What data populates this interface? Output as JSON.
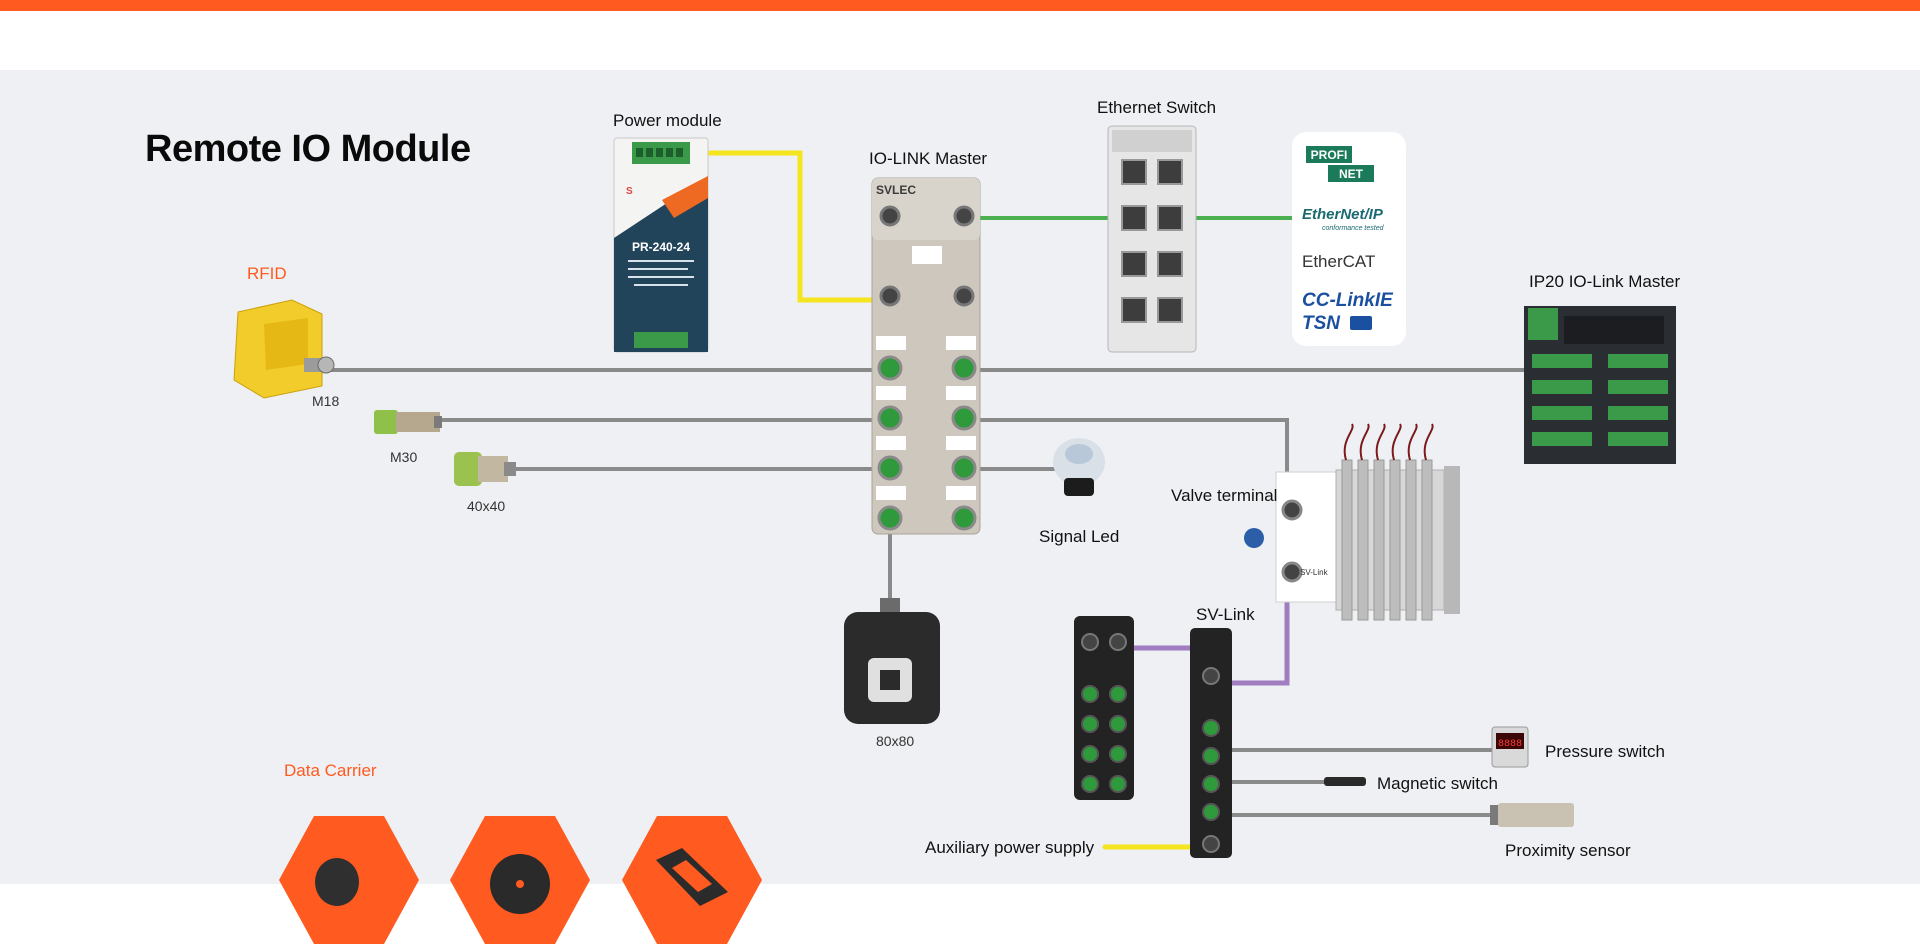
{
  "colors": {
    "accent": "#ff5a1f",
    "panel": "#eef0f4",
    "wire_gray": "#8a8a8a",
    "wire_yellow": "#f5e51e",
    "wire_green": "#4caf50",
    "wire_purple": "#a07cc0",
    "module_green": "#2e9a3c",
    "logo_green": "#1a7a5a"
  },
  "title": "Remote IO Module",
  "labels": {
    "power_module": "Power module",
    "io_link_master": "IO-LINK Master",
    "ethernet_switch": "Ethernet Switch",
    "rfid": "RFID",
    "m18": "M18",
    "m30": "M30",
    "s40": "40x40",
    "signal_led": "Signal Led",
    "ip20_master": "IP20 IO-Link Master",
    "valve_terminal": "Valve terminal",
    "sv_link": "SV-Link",
    "s80": "80x80",
    "data_carrier": "Data Carrier",
    "pressure_switch": "Pressure switch",
    "magnetic_switch": "Magnetic switch",
    "proximity_sensor": "Proximity sensor",
    "aux_power": "Auxiliary power supply"
  },
  "device_text": {
    "svlec": "SVLEC",
    "power_model": "PR-240-24",
    "sv_link_mark": "SV-Link",
    "pressure_display": "8888"
  },
  "protocols": {
    "profinet_top": "PROFI",
    "profinet_bottom": "NET",
    "ethernetip": "EtherNet/IP",
    "ethernetip_sub": "conformance tested",
    "ethercat": "EtherCAT",
    "cclink": "CC-LinkIE",
    "tsn": "TSN"
  }
}
